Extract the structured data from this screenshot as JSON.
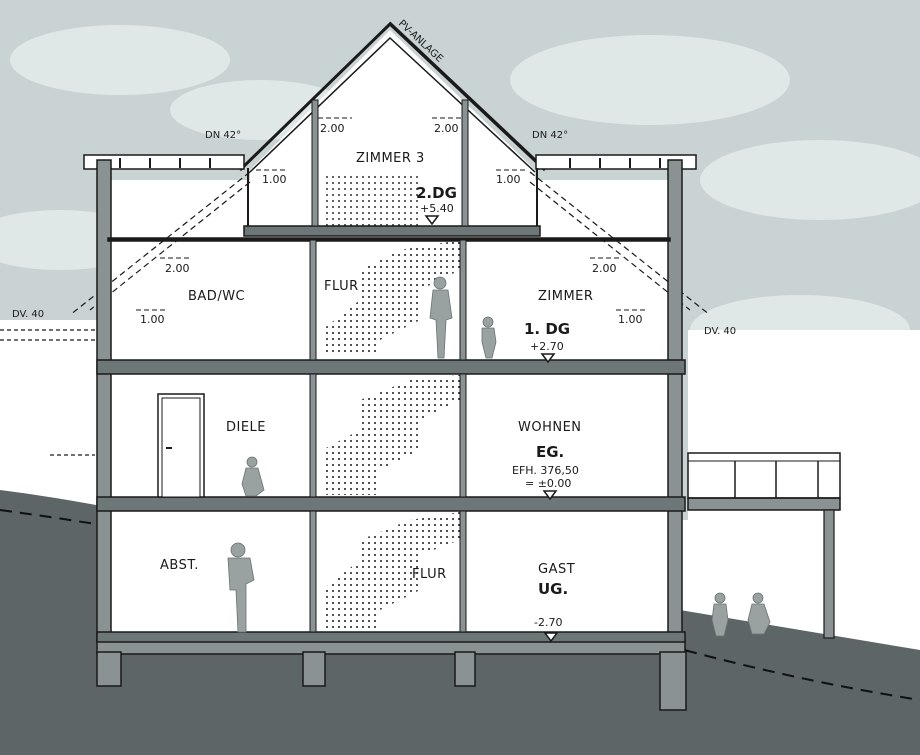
{
  "colors": {
    "sky": "#c9d3d3",
    "ground": "#5d6566",
    "wall": "#8a9293",
    "slab": "#6e7778",
    "line": "#1a1a1a",
    "interior": "#ffffff",
    "person": "#9aa1a1"
  },
  "labels": {
    "pv": "PV-ANLAGE",
    "dn_left": "DN 42°",
    "dn_right": "DN 42°",
    "dv_left": "DV. 40",
    "dv_right": "DV. 40",
    "room_zimmer3": "ZIMMER 3",
    "level_2dg": "2.DG",
    "elev_2dg": "+5.40",
    "room_badwc": "BAD/WC",
    "room_flur_1dg": "FLUR",
    "room_zimmer": "ZIMMER",
    "level_1dg": "1. DG",
    "elev_1dg": "+2.70",
    "room_diele": "DIELE",
    "room_wohnen": "WOHNEN",
    "level_eg": "EG.",
    "efh": "EFH. 376,50",
    "efh_zero": "= ±0.00",
    "room_abst": "ABST.",
    "room_flur_ug": "FLUR",
    "room_gast": "GAST",
    "level_ug": "UG.",
    "elev_ug": "-2.70",
    "h_2dg_left": "2.00",
    "h_2dg_right": "2.00",
    "h_2dg_knee_left": "1.00",
    "h_2dg_knee_right": "1.00",
    "h_1dg_left": "2.00",
    "h_1dg_right": "2.00",
    "h_1dg_knee_left": "1.00",
    "h_1dg_knee_right": "1.00"
  }
}
